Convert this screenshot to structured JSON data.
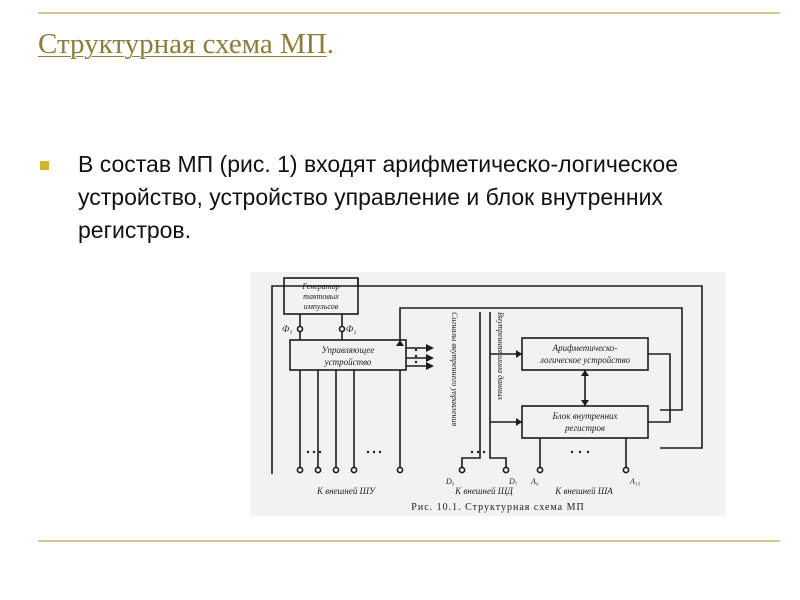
{
  "slide": {
    "title": "Структурная схема МП",
    "title_suffix": ".",
    "bullet_text": "В состав МП (рис. 1) входят арифметическо-логическое устройство, устройство управление и блок внутренних регистров."
  },
  "figure": {
    "generator_label_1": "Генератор",
    "generator_label_2": "тактовых",
    "generator_label_3": "импульсов",
    "phi1": "Ф₁",
    "phi2": "Ф₂",
    "control_label_1": "Управляющее",
    "control_label_2": "устройство",
    "alu_label_1": "Арифметическо-",
    "alu_label_2": "логическое устройство",
    "registers_label_1": "Блок внутренних",
    "registers_label_2": "регистров",
    "control_signals_label": "Сигналы внутреннего управления",
    "data_bus_label": "Внутренняя шина данных",
    "d0": "D₀",
    "d7": "D₇",
    "a0": "A₀",
    "a15": "A₁₅",
    "ext_control_bus": "К внешней ШУ",
    "ext_data_bus": "К внешней ШД",
    "ext_address_bus": "К внешней ША",
    "caption": "Рис. 10.1. Структурная схема МП",
    "colors": {
      "line": "#1c1c1c",
      "background": "#f3f2ee"
    }
  }
}
